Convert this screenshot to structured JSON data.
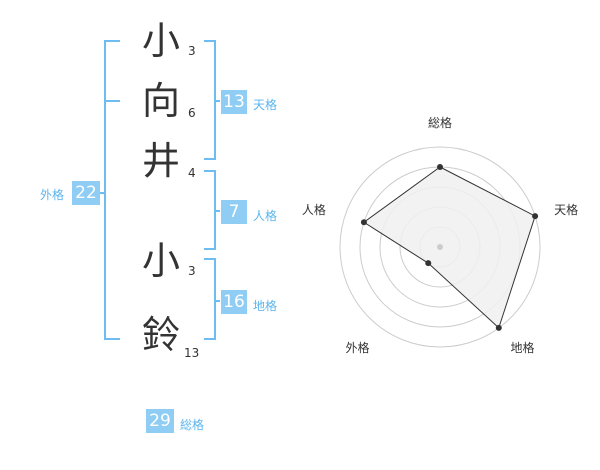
{
  "name": {
    "chars": [
      {
        "char": "小",
        "strokes": "3"
      },
      {
        "char": "向",
        "strokes": "6"
      },
      {
        "char": "井",
        "strokes": "4"
      },
      {
        "char": "小",
        "strokes": "3"
      },
      {
        "char": "鈴",
        "strokes": "13"
      }
    ]
  },
  "fortune": {
    "tenkaku": {
      "value": "13",
      "label": "天格"
    },
    "jinkaku": {
      "value": "7",
      "label": "人格"
    },
    "chikaku": {
      "value": "16",
      "label": "地格"
    },
    "gaikaku": {
      "value": "22",
      "label": "外格"
    },
    "soukaku": {
      "value": "29",
      "label": "総格"
    }
  },
  "chart_data": {
    "type": "radar",
    "axes": [
      "総格",
      "天格",
      "地格",
      "外格",
      "人格"
    ],
    "values": [
      0.8,
      1.0,
      1.0,
      0.2,
      0.8
    ],
    "max": 1.0,
    "rings": 5,
    "colors": {
      "line": "#333333",
      "fill": "#f0f0f0",
      "ring": "#cccccc",
      "center": "#cccccc"
    }
  }
}
